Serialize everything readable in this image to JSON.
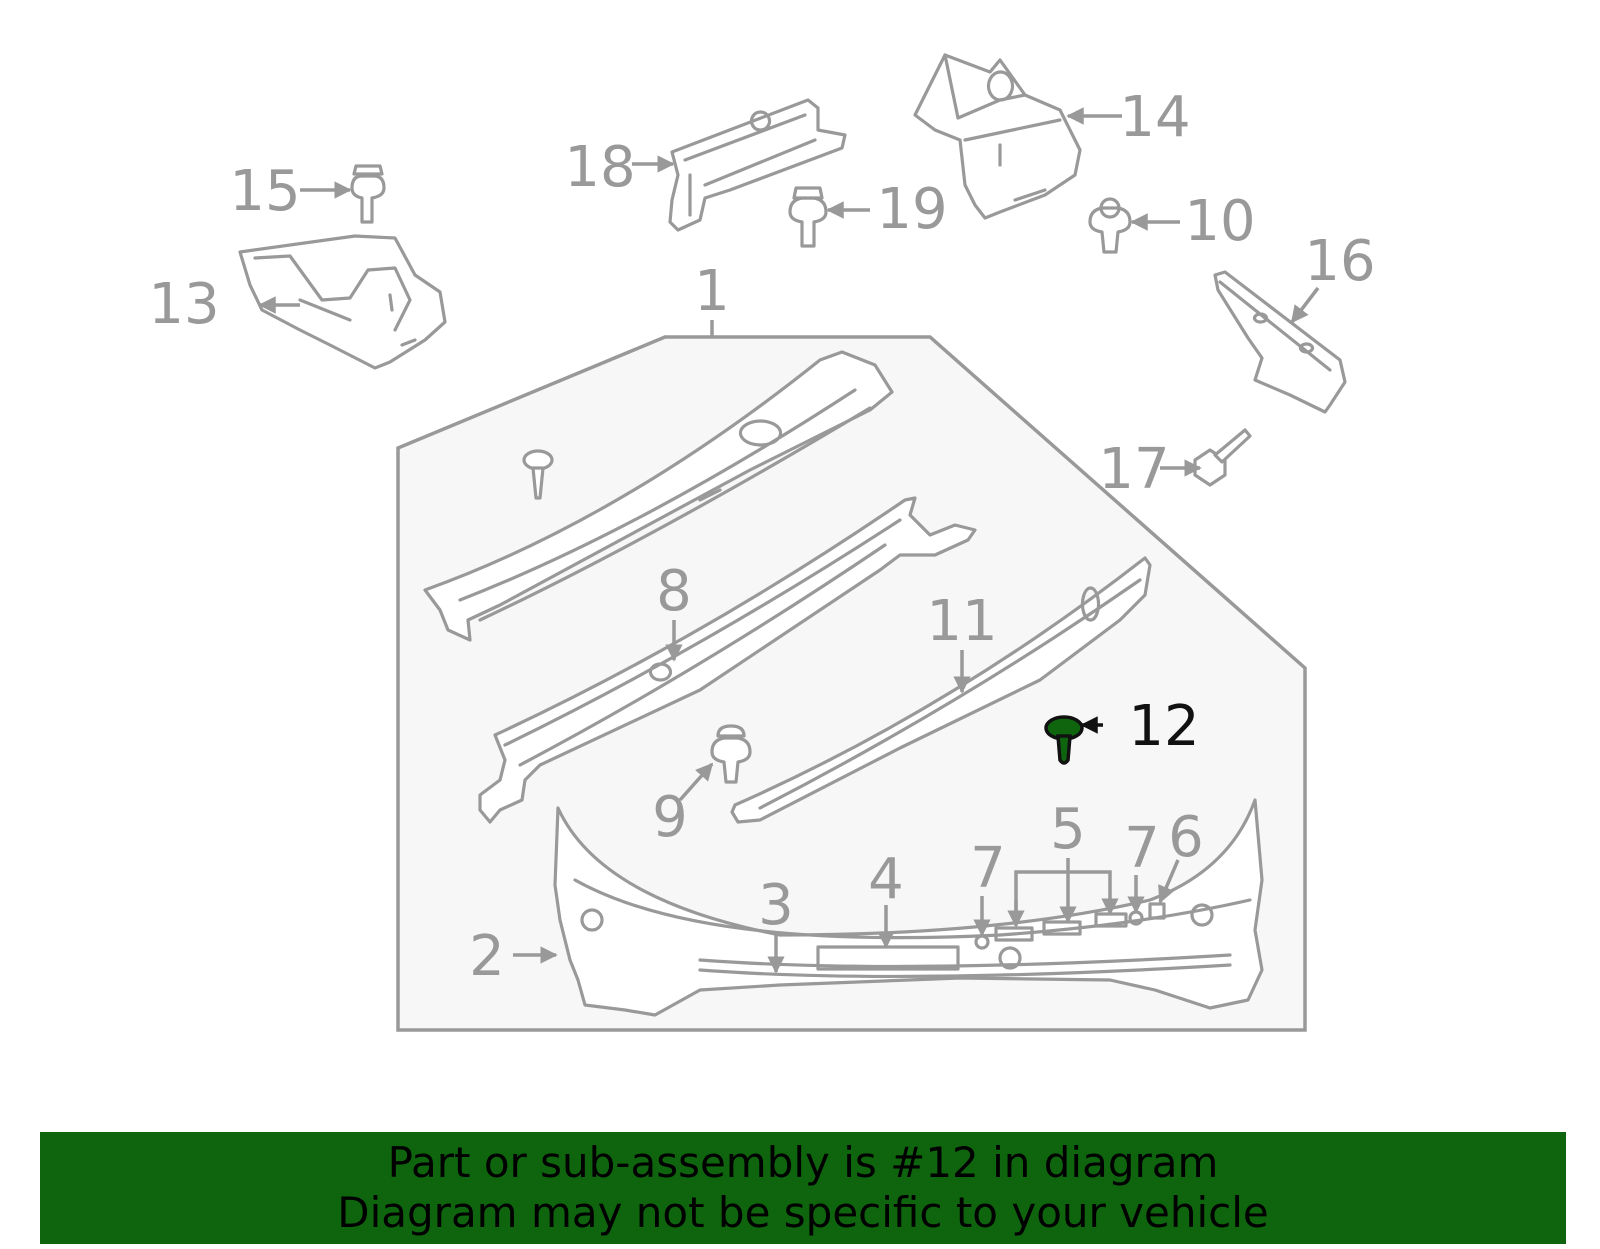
{
  "callouts": [
    "1",
    "2",
    "3",
    "4",
    "5",
    "6",
    "7",
    "7",
    "8",
    "9",
    "10",
    "11",
    "12",
    "13",
    "14",
    "15",
    "16",
    "17",
    "18",
    "19"
  ],
  "highlight": {
    "part_number": "12",
    "color": "#0e650e"
  },
  "colors": {
    "outline": "#999999",
    "assembly_fill": "#f7f7f7",
    "banner_bg": "#0e650e"
  },
  "banner": {
    "line1": "Part or sub-assembly is #12 in diagram",
    "line2": "Diagram may not be specific to your vehicle"
  }
}
